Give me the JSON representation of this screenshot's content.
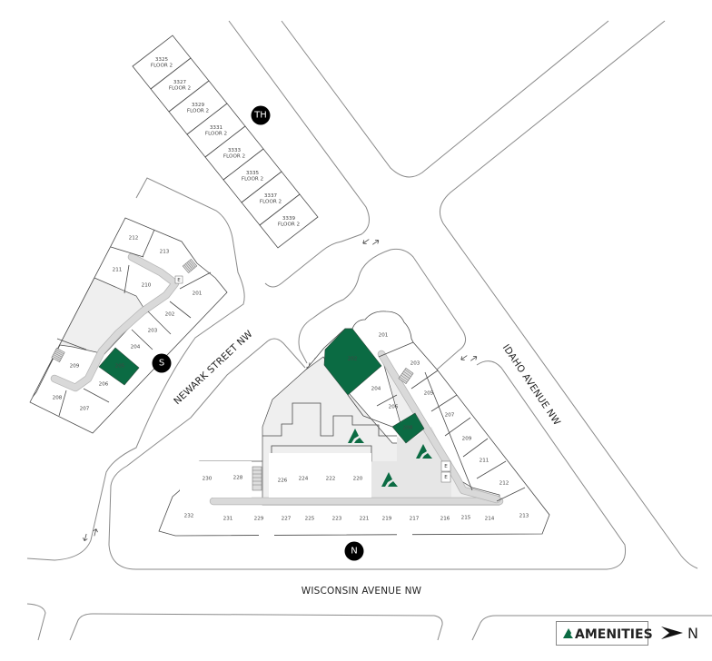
{
  "colors": {
    "highlight": "#0b6b43",
    "amenity": "#0b6b43",
    "marker": "#000000"
  },
  "streets": {
    "wisconsin": "WISCONSIN AVENUE NW",
    "newark": "NEWARK STREET NW",
    "idaho": "IDAHO AVENUE NW"
  },
  "buildings": {
    "townhouses": {
      "marker": "TH",
      "units": [
        {
          "number": "3325",
          "floor": "FLOOR 2"
        },
        {
          "number": "3327",
          "floor": "FLOOR 2"
        },
        {
          "number": "3329",
          "floor": "FLOOR 2"
        },
        {
          "number": "3331",
          "floor": "FLOOR 2"
        },
        {
          "number": "3333",
          "floor": "FLOOR 2"
        },
        {
          "number": "3335",
          "floor": "FLOOR 2"
        },
        {
          "number": "3337",
          "floor": "FLOOR 2"
        },
        {
          "number": "3339",
          "floor": "FLOOR 2"
        }
      ]
    },
    "south": {
      "marker": "S",
      "elevator": "E",
      "units": [
        {
          "number": "212",
          "highlighted": false
        },
        {
          "number": "213",
          "highlighted": false
        },
        {
          "number": "211",
          "highlighted": false
        },
        {
          "number": "210",
          "highlighted": false
        },
        {
          "number": "201",
          "highlighted": false
        },
        {
          "number": "202",
          "highlighted": false
        },
        {
          "number": "203",
          "highlighted": false
        },
        {
          "number": "204",
          "highlighted": false
        },
        {
          "number": "205",
          "highlighted": true
        },
        {
          "number": "206",
          "highlighted": false
        },
        {
          "number": "209",
          "highlighted": false
        },
        {
          "number": "208",
          "highlighted": false
        },
        {
          "number": "207",
          "highlighted": false
        }
      ]
    },
    "north": {
      "marker": "N",
      "elevators": [
        "E",
        "E"
      ],
      "units": [
        {
          "number": "201",
          "highlighted": false
        },
        {
          "number": "202",
          "highlighted": true
        },
        {
          "number": "203",
          "highlighted": false
        },
        {
          "number": "204",
          "highlighted": false
        },
        {
          "number": "205",
          "highlighted": false
        },
        {
          "number": "206",
          "highlighted": false
        },
        {
          "number": "207",
          "highlighted": false
        },
        {
          "number": "208",
          "highlighted": true
        },
        {
          "number": "209",
          "highlighted": false
        },
        {
          "number": "211",
          "highlighted": false
        },
        {
          "number": "212",
          "highlighted": false
        },
        {
          "number": "213",
          "highlighted": false
        },
        {
          "number": "214",
          "highlighted": false
        },
        {
          "number": "215",
          "highlighted": false
        },
        {
          "number": "216",
          "highlighted": false
        },
        {
          "number": "217",
          "highlighted": false
        },
        {
          "number": "219",
          "highlighted": false
        },
        {
          "number": "221",
          "highlighted": false
        },
        {
          "number": "223",
          "highlighted": false
        },
        {
          "number": "225",
          "highlighted": false
        },
        {
          "number": "227",
          "highlighted": false
        },
        {
          "number": "229",
          "highlighted": false
        },
        {
          "number": "231",
          "highlighted": false
        },
        {
          "number": "232",
          "highlighted": false
        },
        {
          "number": "220",
          "highlighted": false
        },
        {
          "number": "222",
          "highlighted": false
        },
        {
          "number": "224",
          "highlighted": false
        },
        {
          "number": "226",
          "highlighted": false
        },
        {
          "number": "228",
          "highlighted": false
        },
        {
          "number": "230",
          "highlighted": false
        }
      ]
    }
  },
  "legend": {
    "amenities_label": "AMENITIES",
    "north_label": "N"
  }
}
